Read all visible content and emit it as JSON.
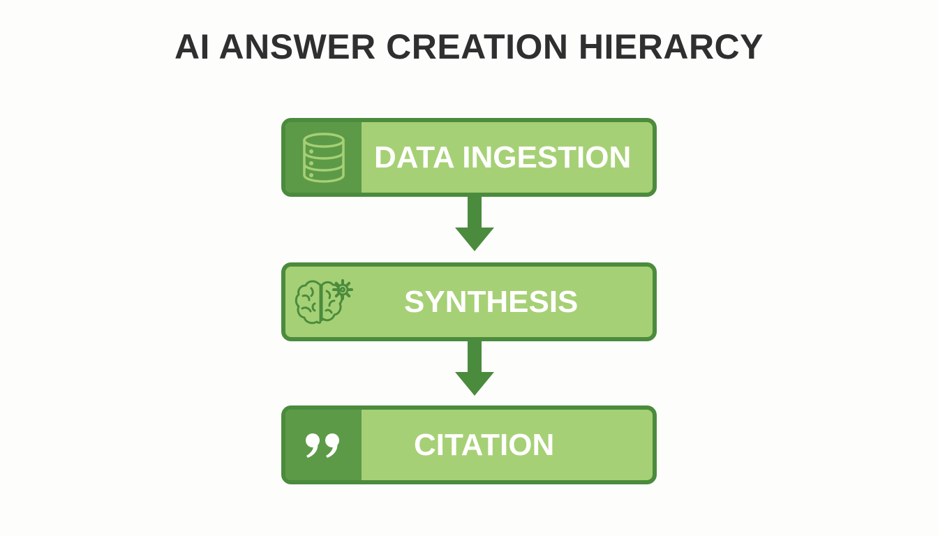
{
  "diagram": {
    "title": "AI ANSWER CREATION HIERARCY",
    "stages": [
      {
        "label": "DATA INGESTION",
        "icon": "database-icon"
      },
      {
        "label": "SYNTHESIS",
        "icon": "brain-gear-icon"
      },
      {
        "label": "CITATION",
        "icon": "quote-icon"
      }
    ],
    "colors": {
      "box_fill": "#a6d075",
      "border": "#4b8b3d",
      "icon_panel": "#5d9a48",
      "arrow": "#4b8b3d",
      "title": "#2f2f2f",
      "label": "#ffffff"
    }
  }
}
